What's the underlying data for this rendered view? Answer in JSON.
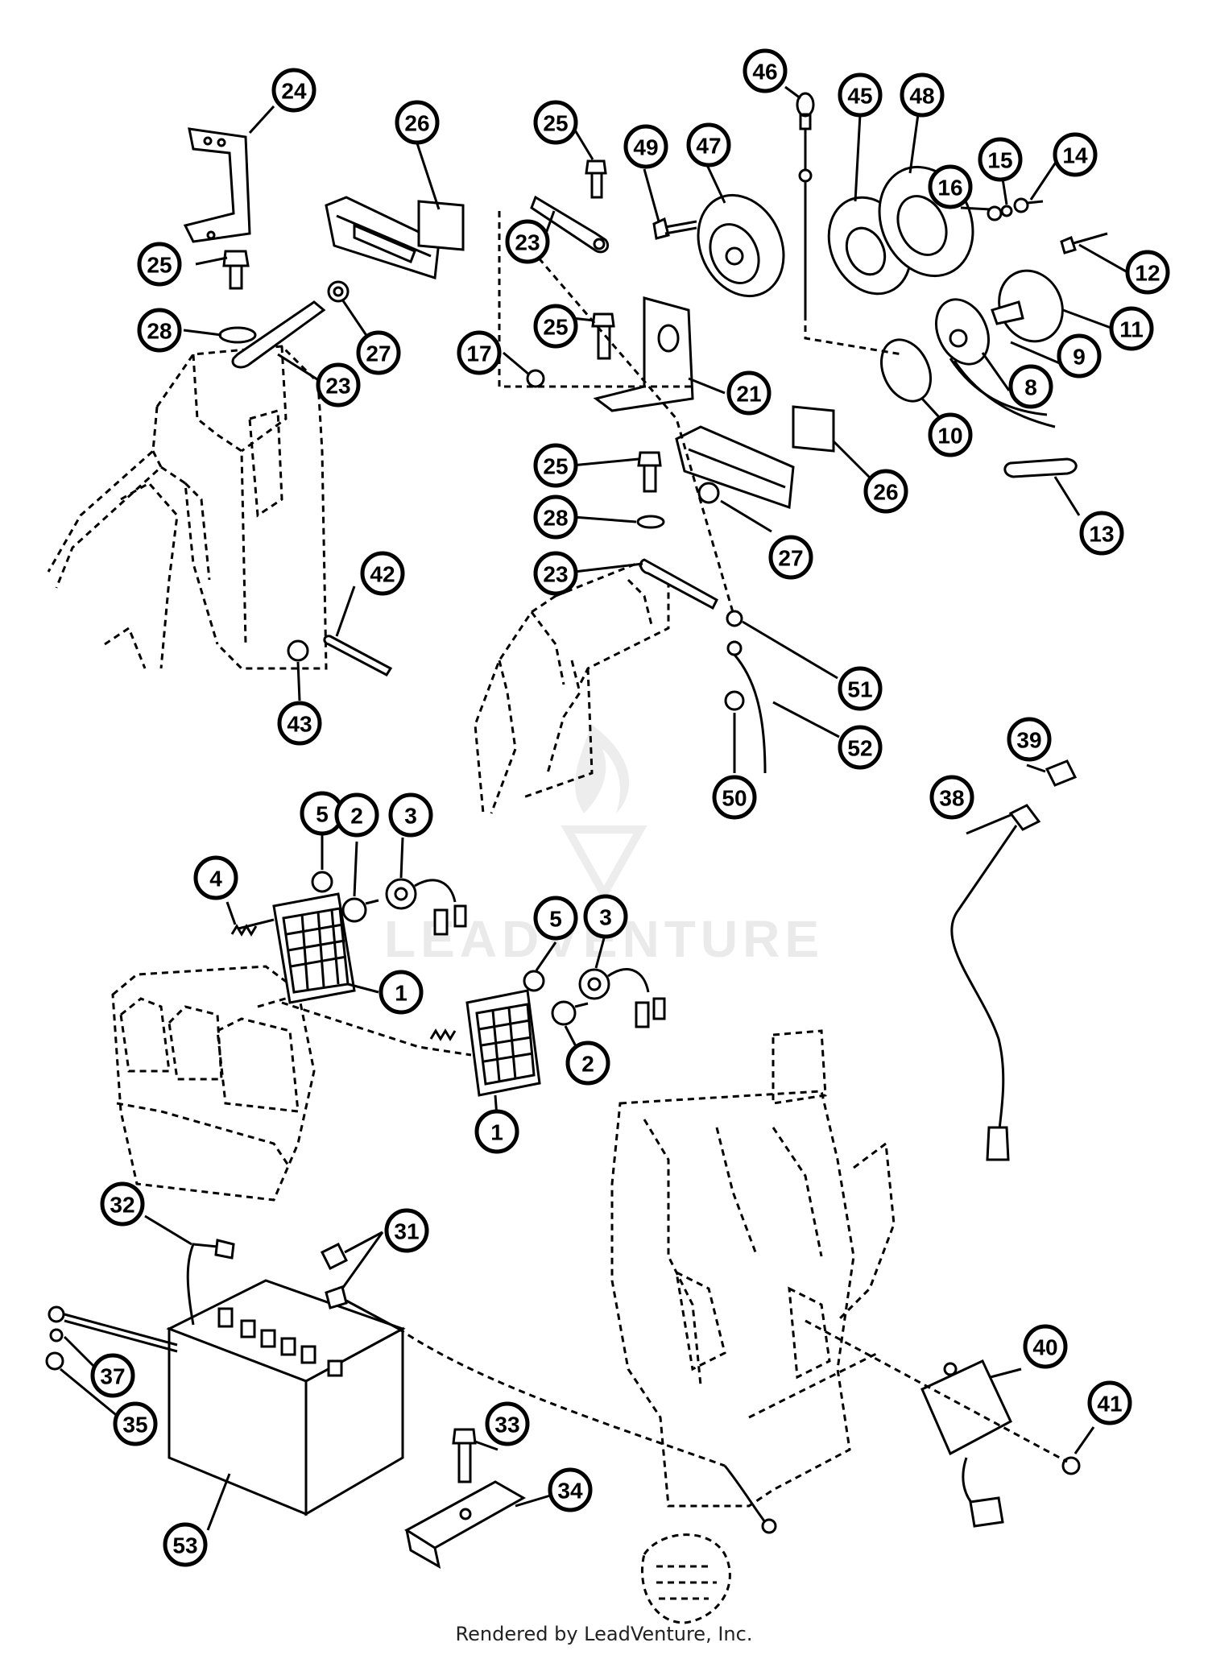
{
  "footer": "Rendered by LeadVenture, Inc.",
  "watermark": {
    "text": "LEADVENTURE"
  },
  "callouts": [
    {
      "label": "24"
    },
    {
      "label": "26"
    },
    {
      "label": "25"
    },
    {
      "label": "28"
    },
    {
      "label": "27"
    },
    {
      "label": "23"
    },
    {
      "label": "25"
    },
    {
      "label": "49"
    },
    {
      "label": "47"
    },
    {
      "label": "46"
    },
    {
      "label": "45"
    },
    {
      "label": "48"
    },
    {
      "label": "16"
    },
    {
      "label": "15"
    },
    {
      "label": "14"
    },
    {
      "label": "12"
    },
    {
      "label": "11"
    },
    {
      "label": "9"
    },
    {
      "label": "8"
    },
    {
      "label": "10"
    },
    {
      "label": "23"
    },
    {
      "label": "25"
    },
    {
      "label": "17"
    },
    {
      "label": "21"
    },
    {
      "label": "26"
    },
    {
      "label": "13"
    },
    {
      "label": "25"
    },
    {
      "label": "28"
    },
    {
      "label": "27"
    },
    {
      "label": "23"
    },
    {
      "label": "42"
    },
    {
      "label": "43"
    },
    {
      "label": "51"
    },
    {
      "label": "52"
    },
    {
      "label": "50"
    },
    {
      "label": "39"
    },
    {
      "label": "38"
    },
    {
      "label": "5"
    },
    {
      "label": "2"
    },
    {
      "label": "3"
    },
    {
      "label": "4"
    },
    {
      "label": "1"
    },
    {
      "label": "5"
    },
    {
      "label": "3"
    },
    {
      "label": "2"
    },
    {
      "label": "1"
    },
    {
      "label": "32"
    },
    {
      "label": "31"
    },
    {
      "label": "37"
    },
    {
      "label": "35"
    },
    {
      "label": "33"
    },
    {
      "label": "34"
    },
    {
      "label": "53"
    },
    {
      "label": "40"
    },
    {
      "label": "41"
    }
  ]
}
